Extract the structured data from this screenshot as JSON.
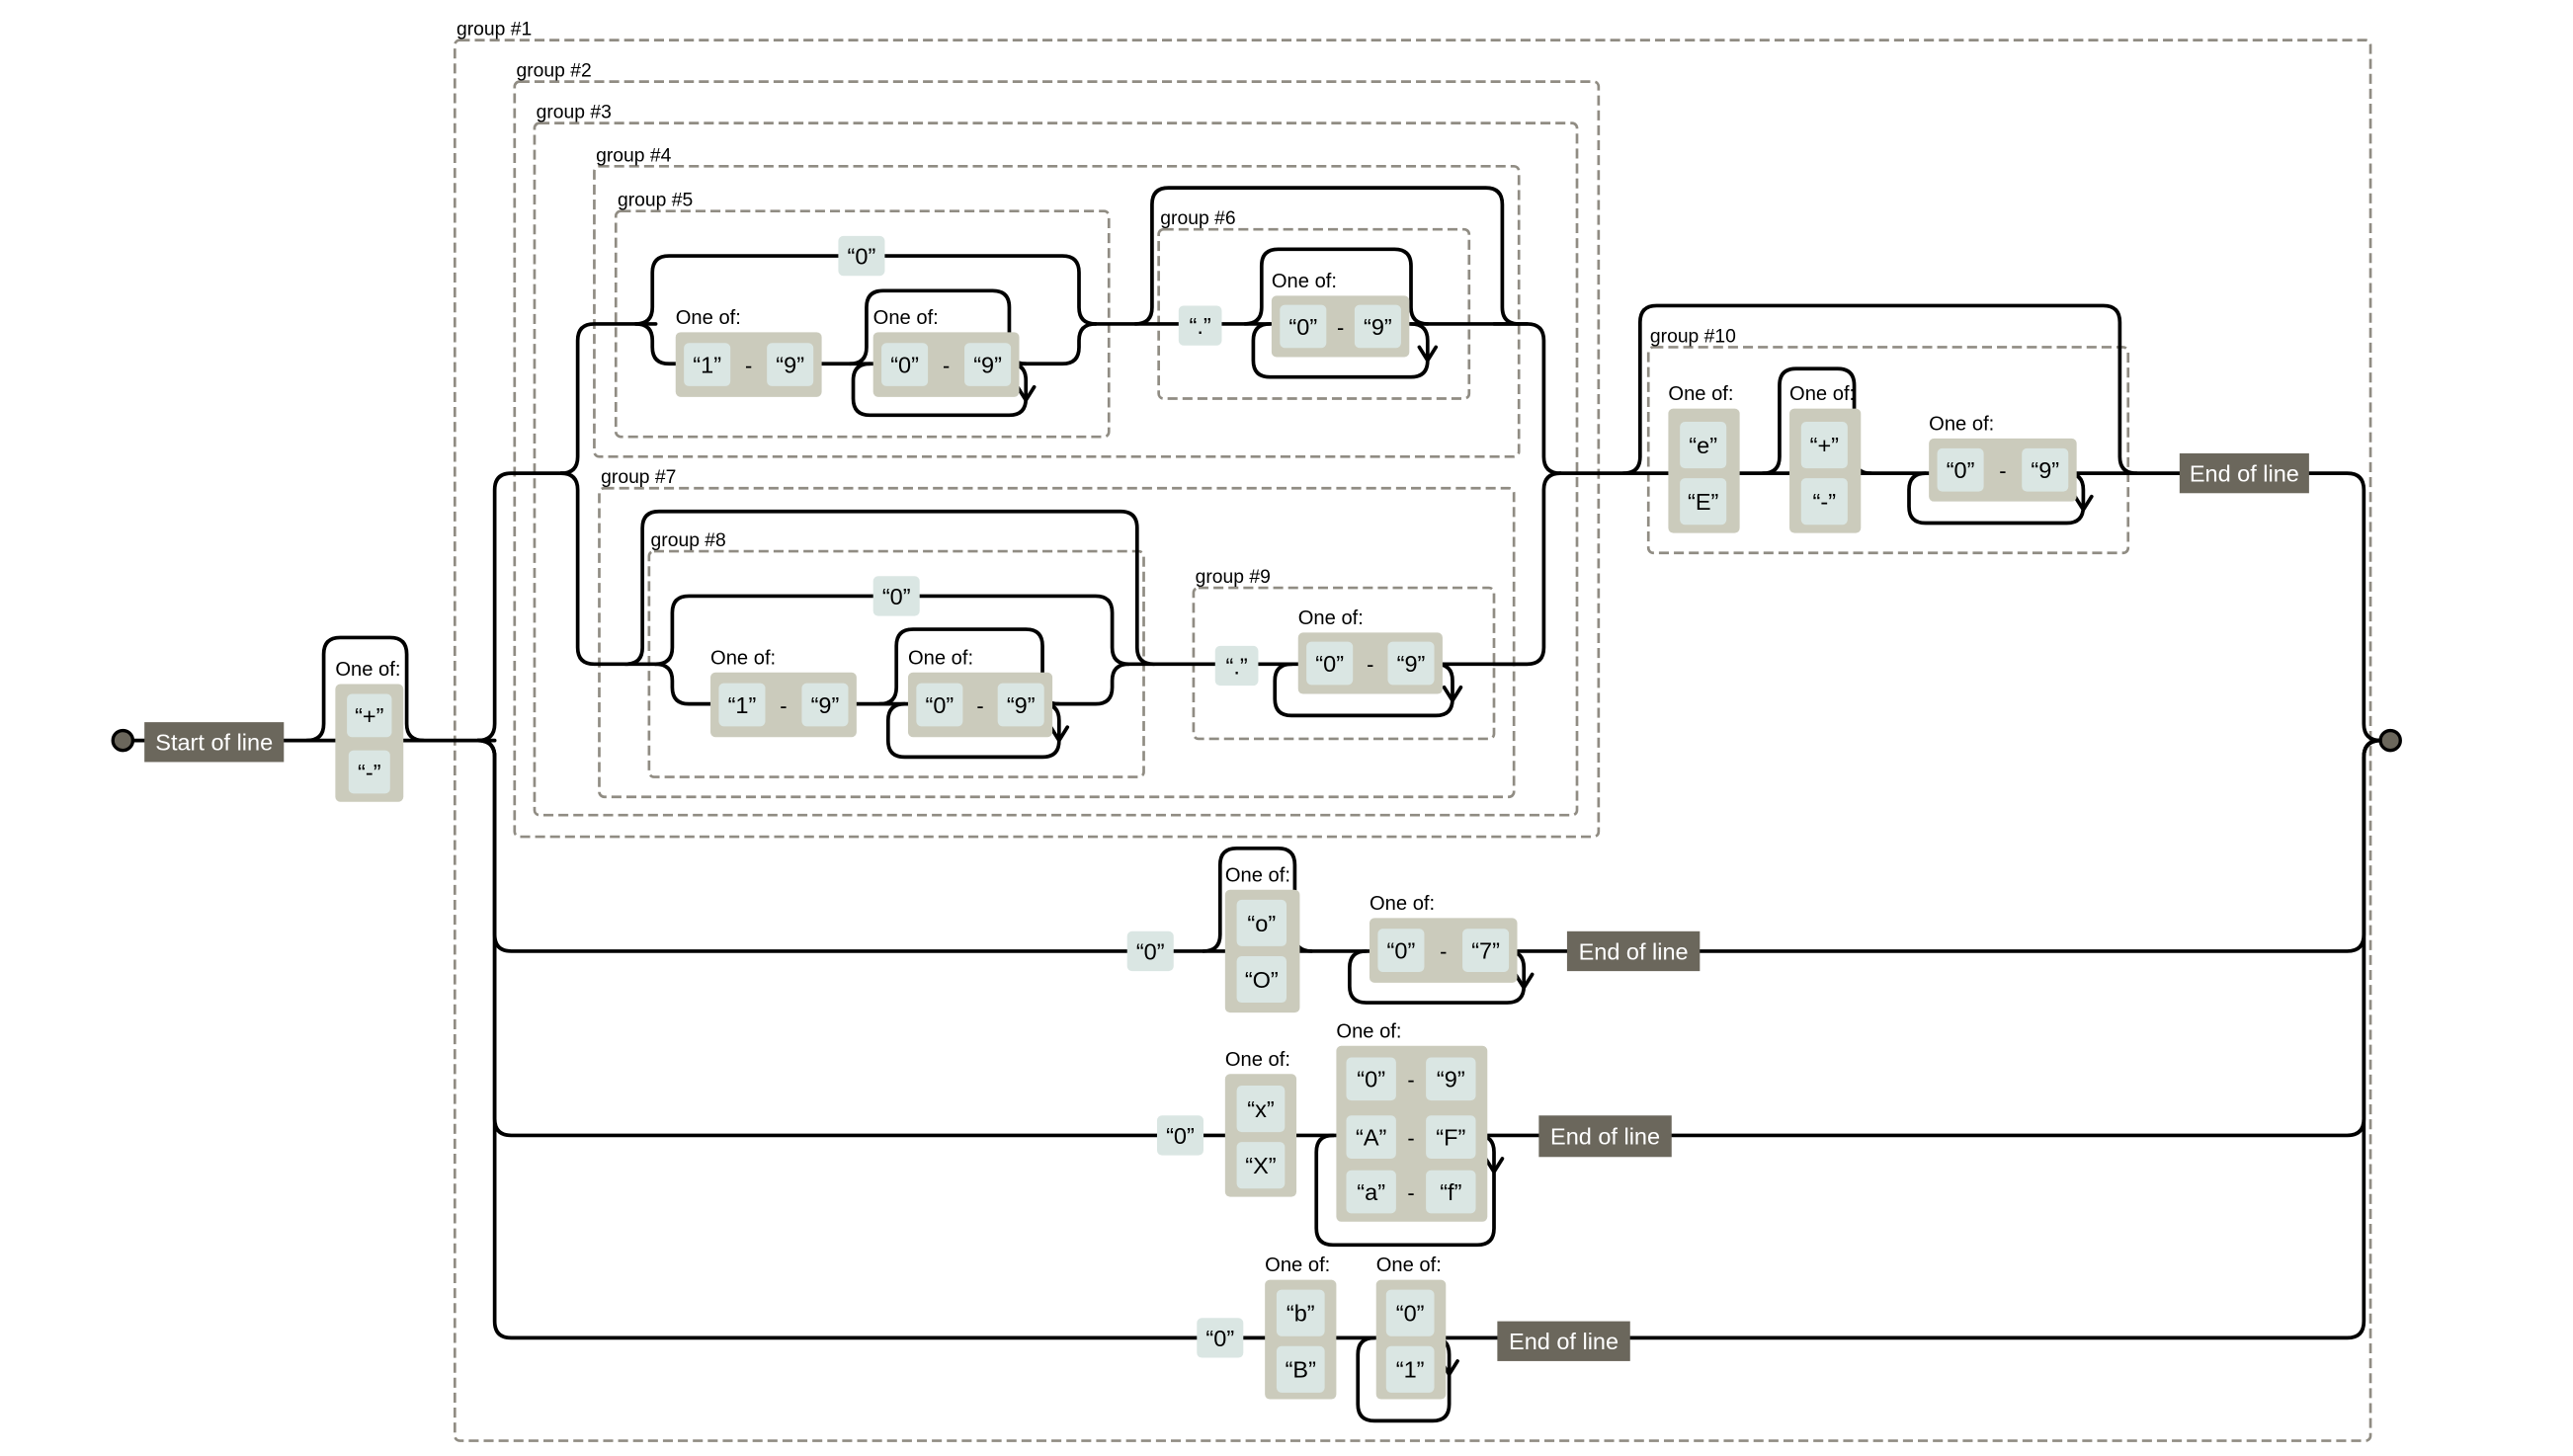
{
  "diagram": {
    "groups": [
      "group #1",
      "group #2",
      "group #3",
      "group #4",
      "group #5",
      "group #6",
      "group #7",
      "group #8",
      "group #9",
      "group #10"
    ],
    "start_label": "Start of line",
    "end_label": "End of line",
    "one_of": "One of:",
    "range_dash": "-",
    "literals": {
      "plus": "“+”",
      "minus": "“-”",
      "zero": "“0”",
      "one": "“1”",
      "nine": "“9”",
      "dot": "“.”",
      "seven": "“7”",
      "e": "“e”",
      "E": "“E”",
      "o": "“o”",
      "O": "“O”",
      "x": "“x”",
      "X": "“X”",
      "A": "“A”",
      "F": "“F”",
      "a": "“a”",
      "f": "“f”",
      "b": "“b”",
      "B": "“B”"
    }
  },
  "colors": {
    "terminal": "#6b675c",
    "literal": "#dae6e3",
    "one_of": "#cbcbbc",
    "group_border": "#908c83",
    "rail": "#000000"
  }
}
